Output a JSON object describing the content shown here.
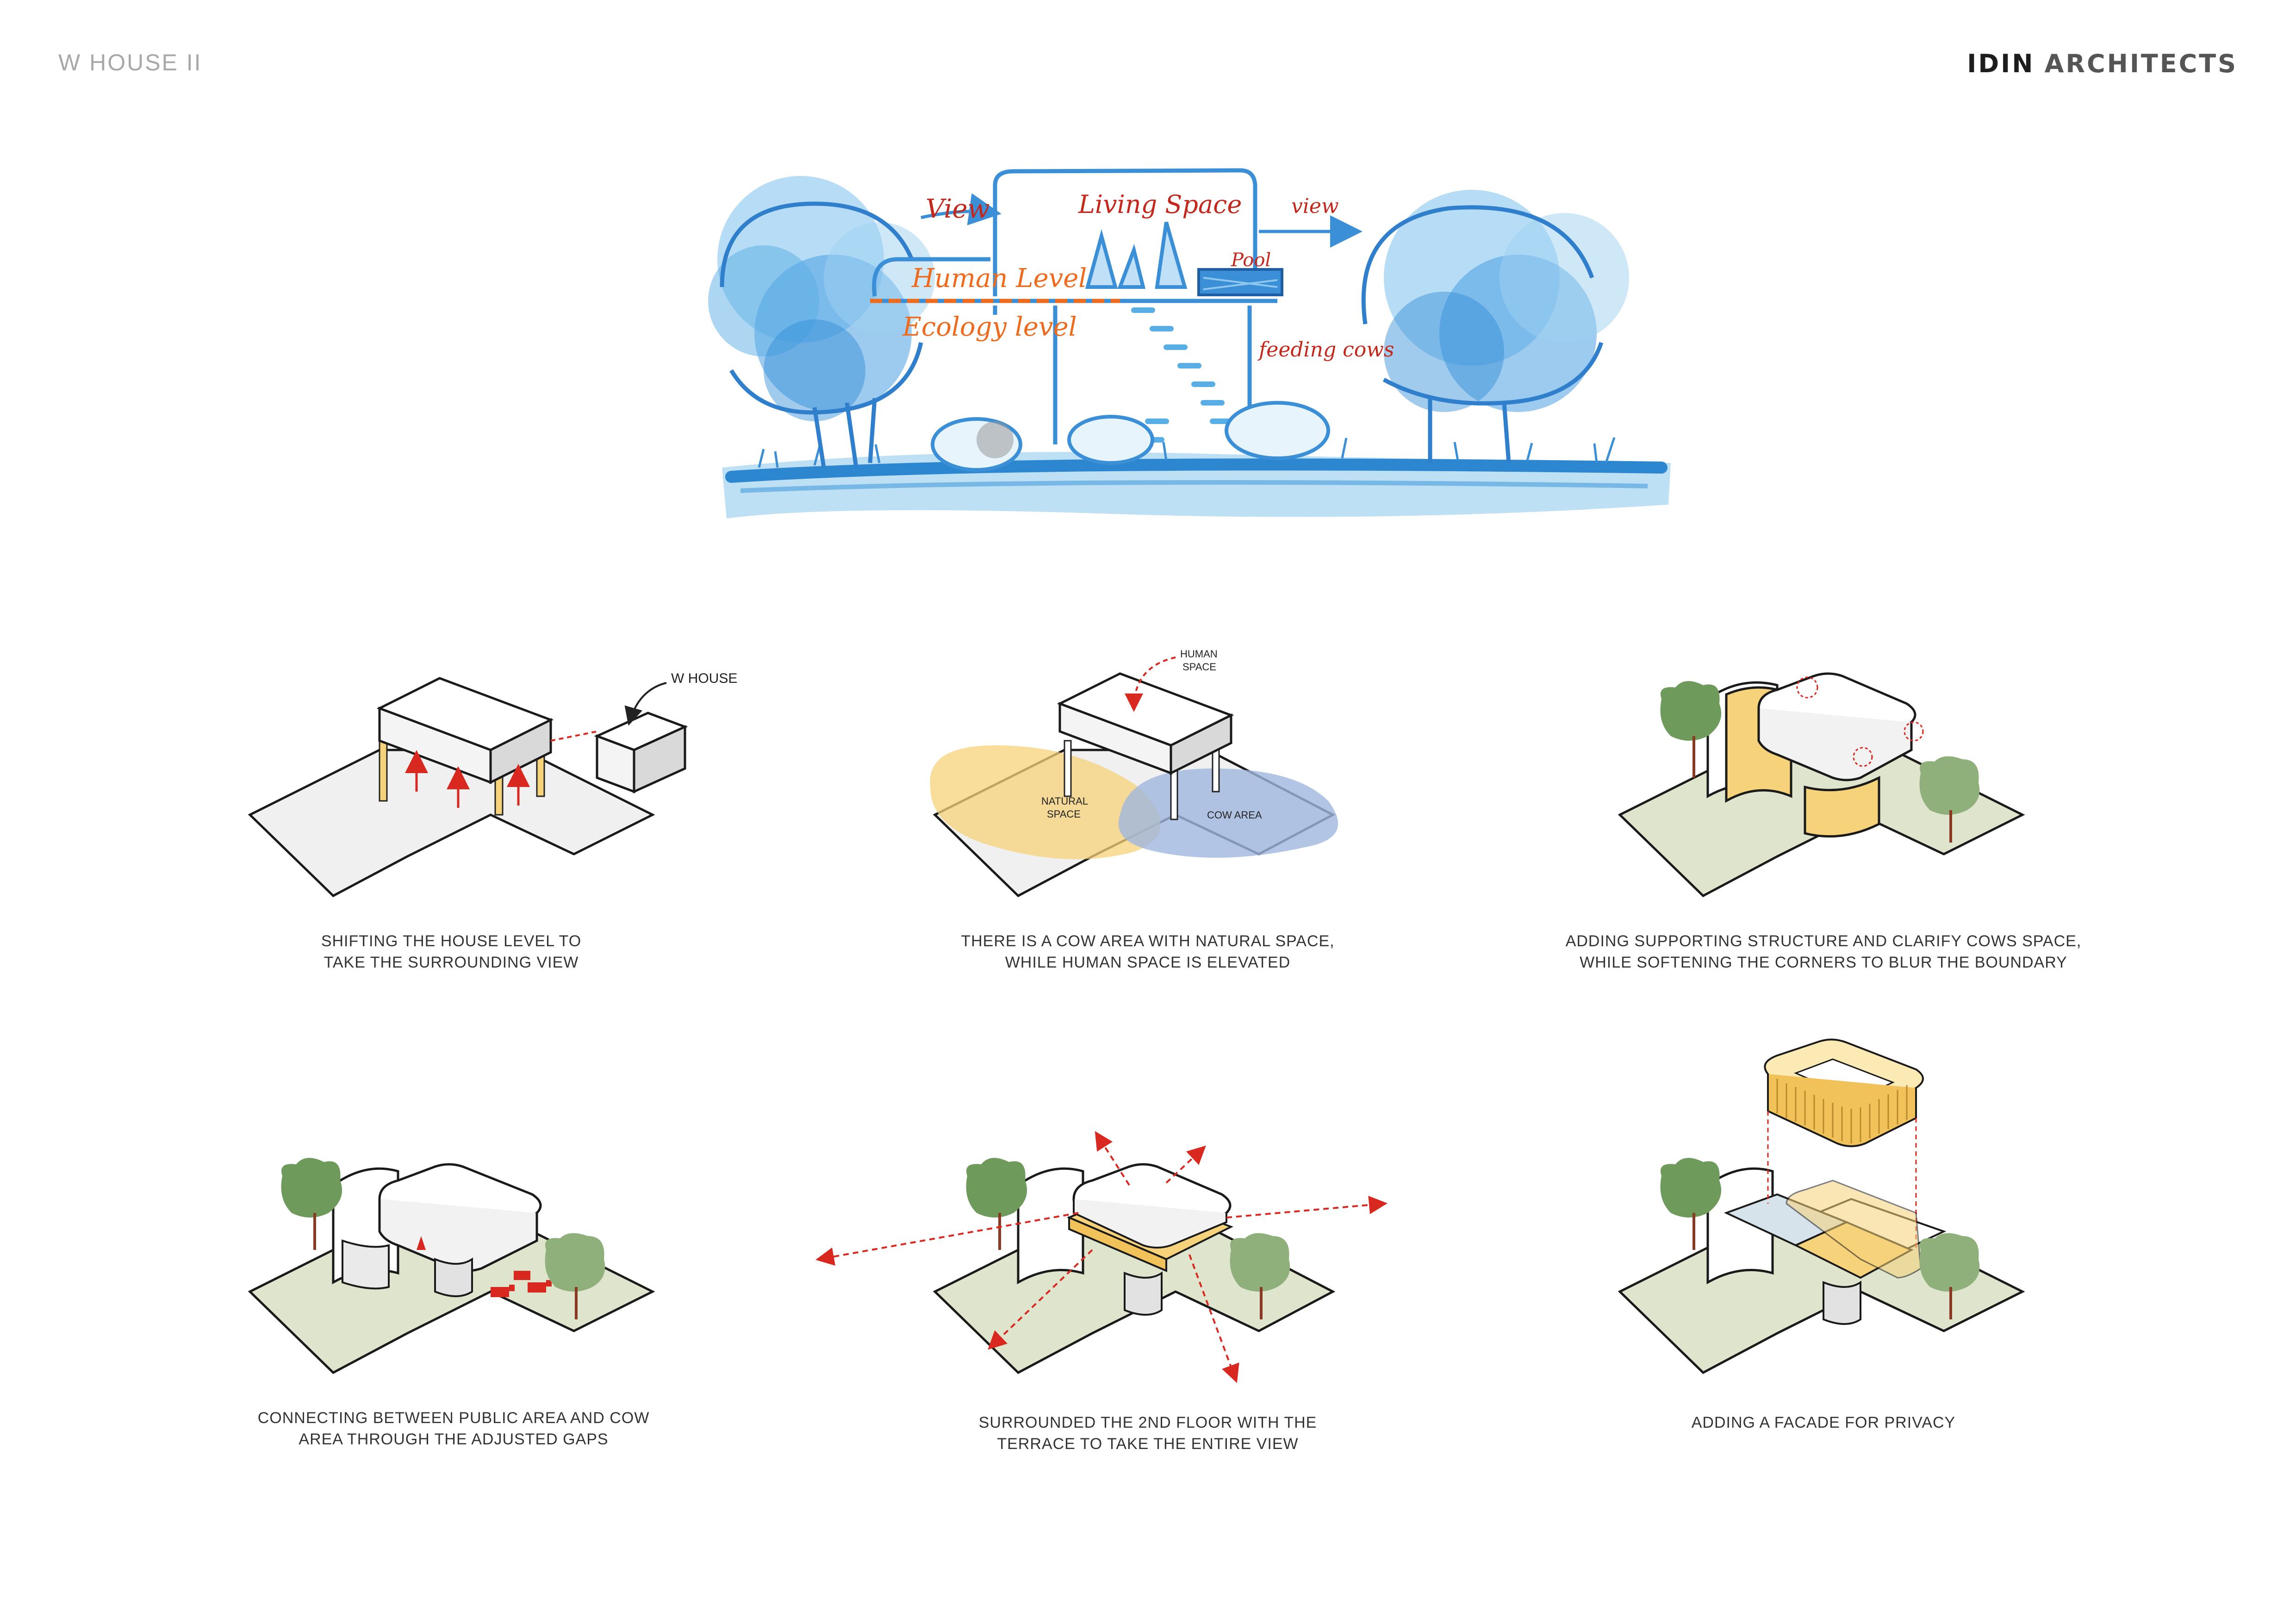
{
  "header": {
    "project": "W HOUSE II",
    "brand_bold": "IDIN",
    "brand_rest": "ARCHITECTS"
  },
  "sketch": {
    "labels": {
      "view_left": "View",
      "living": "Living Space",
      "view_right": "view",
      "pool": "Pool",
      "human": "Human Level",
      "ecology": "Ecology level",
      "feeding": "feeding cows"
    }
  },
  "diagrams": [
    {
      "caption_1": "SHIFTING THE HOUSE LEVEL TO",
      "caption_2": "TAKE THE SURROUNDING VIEW",
      "label": "W HOUSE"
    },
    {
      "caption_1": "THERE IS A COW AREA WITH NATURAL SPACE,",
      "caption_2": "WHILE HUMAN SPACE IS ELEVATED",
      "label_human_1": "HUMAN",
      "label_human_2": "SPACE",
      "label_natural_1": "NATURAL",
      "label_natural_2": "SPACE",
      "label_cow": "COW AREA"
    },
    {
      "caption_1": "ADDING SUPPORTING STRUCTURE AND CLARIFY COWS SPACE,",
      "caption_2": "WHILE SOFTENING THE CORNERS TO BLUR THE BOUNDARY"
    },
    {
      "caption_1": "CONNECTING BETWEEN PUBLIC AREA AND COW",
      "caption_2": "AREA THROUGH THE ADJUSTED GAPS"
    },
    {
      "caption_1": "SURROUNDED THE 2ND FLOOR WITH THE",
      "caption_2": "TERRACE TO TAKE THE ENTIRE VIEW"
    },
    {
      "caption_1": "ADDING A FACADE FOR PRIVACY",
      "caption_2": ""
    }
  ],
  "colors": {
    "sketch_blue": "#3a8fd6",
    "sketch_blue_light": "#8fc6ee",
    "sketch_red": "#c4271c",
    "sketch_orange": "#ee6a1c",
    "ground_green": "#dfe4cc",
    "tree_green": "#6e9a5c",
    "wall_yellow": "#f6d27a",
    "cow_blue": "#9fb6df",
    "arrow_red": "#d9281f"
  }
}
